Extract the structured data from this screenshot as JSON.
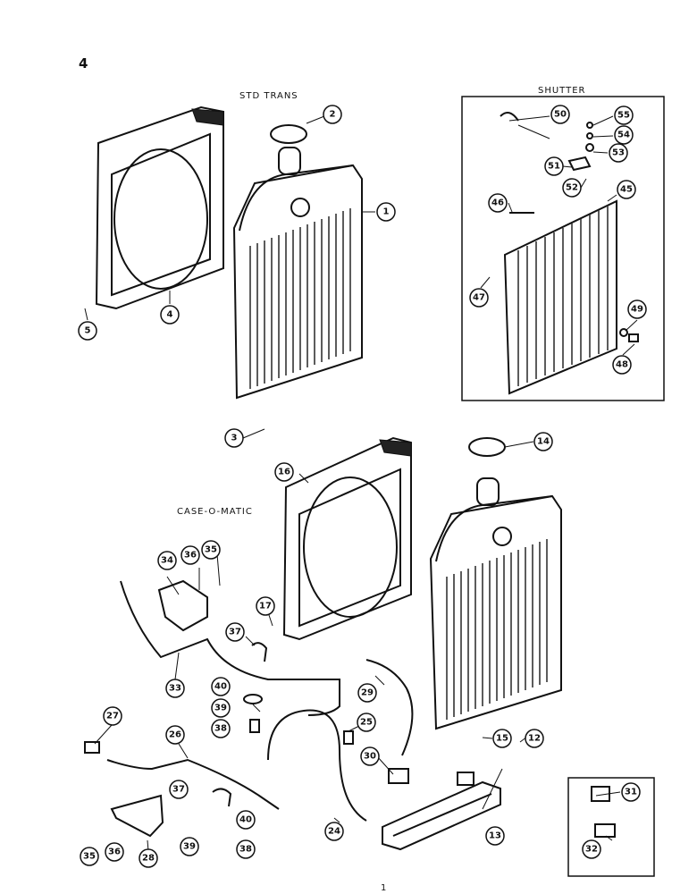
{
  "page_number": "4",
  "footer_mark": "1",
  "labels": {
    "std_trans": "STD TRANS",
    "shutter": "SHUTTER",
    "case_o_matic": "CASE-O-MATIC"
  },
  "callouts": [
    "1",
    "2",
    "3",
    "4",
    "5",
    "12",
    "13",
    "14",
    "15",
    "16",
    "17",
    "24",
    "25",
    "26",
    "27",
    "28",
    "29",
    "30",
    "31",
    "32",
    "33",
    "34",
    "35",
    "36",
    "37",
    "38",
    "39",
    "40",
    "45",
    "46",
    "47",
    "48",
    "49",
    "50",
    "51",
    "52",
    "53",
    "54",
    "55"
  ]
}
